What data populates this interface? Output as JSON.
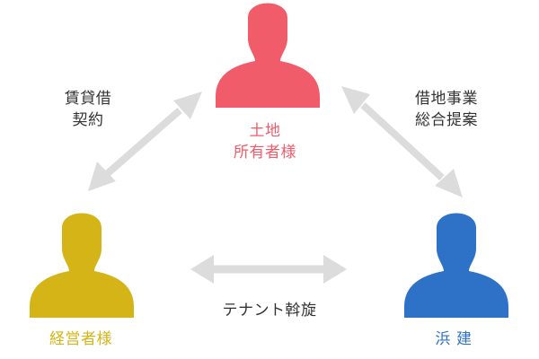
{
  "nodes": {
    "landowner": {
      "label": "土地\n所有者様",
      "color": "#f05c6a",
      "icon": "person-silhouette-icon"
    },
    "manager": {
      "label": "経営者様",
      "color": "#d4b417",
      "icon": "person-silhouette-icon"
    },
    "hamaken": {
      "label": "浜 建",
      "color": "#2d72c7",
      "icon": "person-silhouette-icon"
    }
  },
  "edges": {
    "lease": {
      "label": "賃貸借\n契約",
      "from": "landowner",
      "to": "manager"
    },
    "proposal": {
      "label": "借地事業\n総合提案",
      "from": "landowner",
      "to": "hamaken"
    },
    "tenant": {
      "label": "テナント斡旋",
      "from": "manager",
      "to": "hamaken"
    }
  },
  "colors": {
    "arrow": "#dcdcdc",
    "text": "#333333"
  }
}
